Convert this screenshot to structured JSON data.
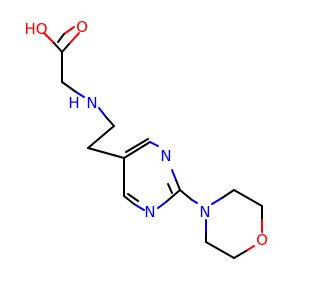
{
  "atoms": {
    "hydroxyl": "HO",
    "carbonyl_oxygen": "O",
    "amine": "N",
    "amine_h": "H",
    "pyrimidine_n1": "N",
    "pyrimidine_n3": "N",
    "morpholine_n": "N",
    "morpholine_o": "O"
  },
  "colors": {
    "bond": "#000000",
    "oxygen": "#ff0000",
    "nitrogen": "#0000ff",
    "background": "#ffffff"
  }
}
